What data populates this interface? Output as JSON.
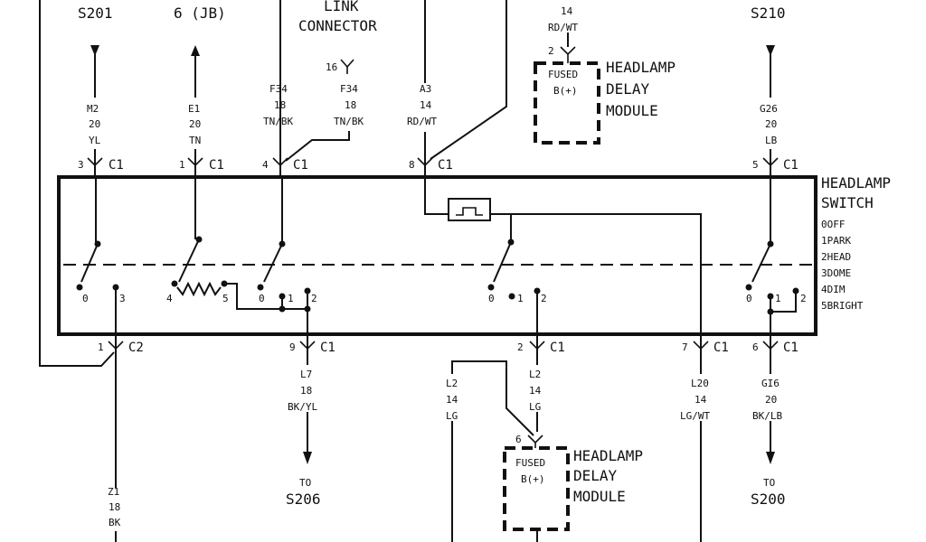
{
  "top": {
    "s201": "S201",
    "jb": "6 (JB)",
    "link1": "LINK",
    "link2": "CONNECTOR",
    "s210": "S210",
    "pin16": "16"
  },
  "wires_top": {
    "m2": [
      "M2",
      "20",
      "YL"
    ],
    "e1": [
      "E1",
      "20",
      "TN"
    ],
    "f34a": [
      "F34",
      "18",
      "TN/BK"
    ],
    "f34b": [
      "F34",
      "18",
      "TN/BK"
    ],
    "a3": [
      "A3",
      "14",
      "RD/WT"
    ],
    "g26": [
      "G26",
      "20",
      "LB"
    ],
    "mod_top": [
      "14",
      "RD/WT"
    ]
  },
  "connectors_top": {
    "c3": [
      "3",
      "C1"
    ],
    "c1": [
      "1",
      "C1"
    ],
    "c4": [
      "4",
      "C1"
    ],
    "c8": [
      "8",
      "C1"
    ],
    "c5": [
      "5",
      "C1"
    ]
  },
  "module_top": {
    "pin": "2",
    "fused": "FUSED",
    "bplus": "B(+)",
    "name": [
      "HEADLAMP",
      "DELAY",
      "MODULE"
    ]
  },
  "switch": {
    "title": [
      "HEADLAMP",
      "SWITCH"
    ],
    "positions": [
      "0OFF",
      "1PARK",
      "2HEAD",
      "3DOME",
      "4DIM",
      "5BRIGHT"
    ],
    "contacts": {
      "s1_0": "0",
      "s1_3": "3",
      "s2_4": "4",
      "s2_5": "5",
      "s3_0": "0",
      "s3_1": "1",
      "s3_2": "2",
      "s4_0": "0",
      "s4_1": "1",
      "s4_2": "2",
      "s5_0": "0",
      "s5_1": "1",
      "s5_2": "2"
    }
  },
  "connectors_bottom": {
    "c2": [
      "1",
      "C2"
    ],
    "c9": [
      "9",
      "C1"
    ],
    "c2b": [
      "2",
      "C1"
    ],
    "c7": [
      "7",
      "C1"
    ],
    "c6": [
      "6",
      "C1"
    ]
  },
  "wires_bottom": {
    "z1": [
      "Z1",
      "18",
      "BK"
    ],
    "l7": [
      "L7",
      "18",
      "BK/YL"
    ],
    "l2a": [
      "L2",
      "14",
      "LG"
    ],
    "l2b": [
      "L2",
      "14",
      "LG"
    ],
    "l20": [
      "L20",
      "14",
      "LG/WT"
    ],
    "g16": [
      "GI6",
      "20",
      "BK/LB"
    ]
  },
  "destinations": {
    "to1": [
      "TO",
      "S206"
    ],
    "to2": [
      "TO",
      "S200"
    ]
  },
  "module_bottom": {
    "pin": "6",
    "fused": "FUSED",
    "bplus": "B(+)",
    "name": [
      "HEADLAMP",
      "DELAY",
      "MODULE"
    ]
  }
}
